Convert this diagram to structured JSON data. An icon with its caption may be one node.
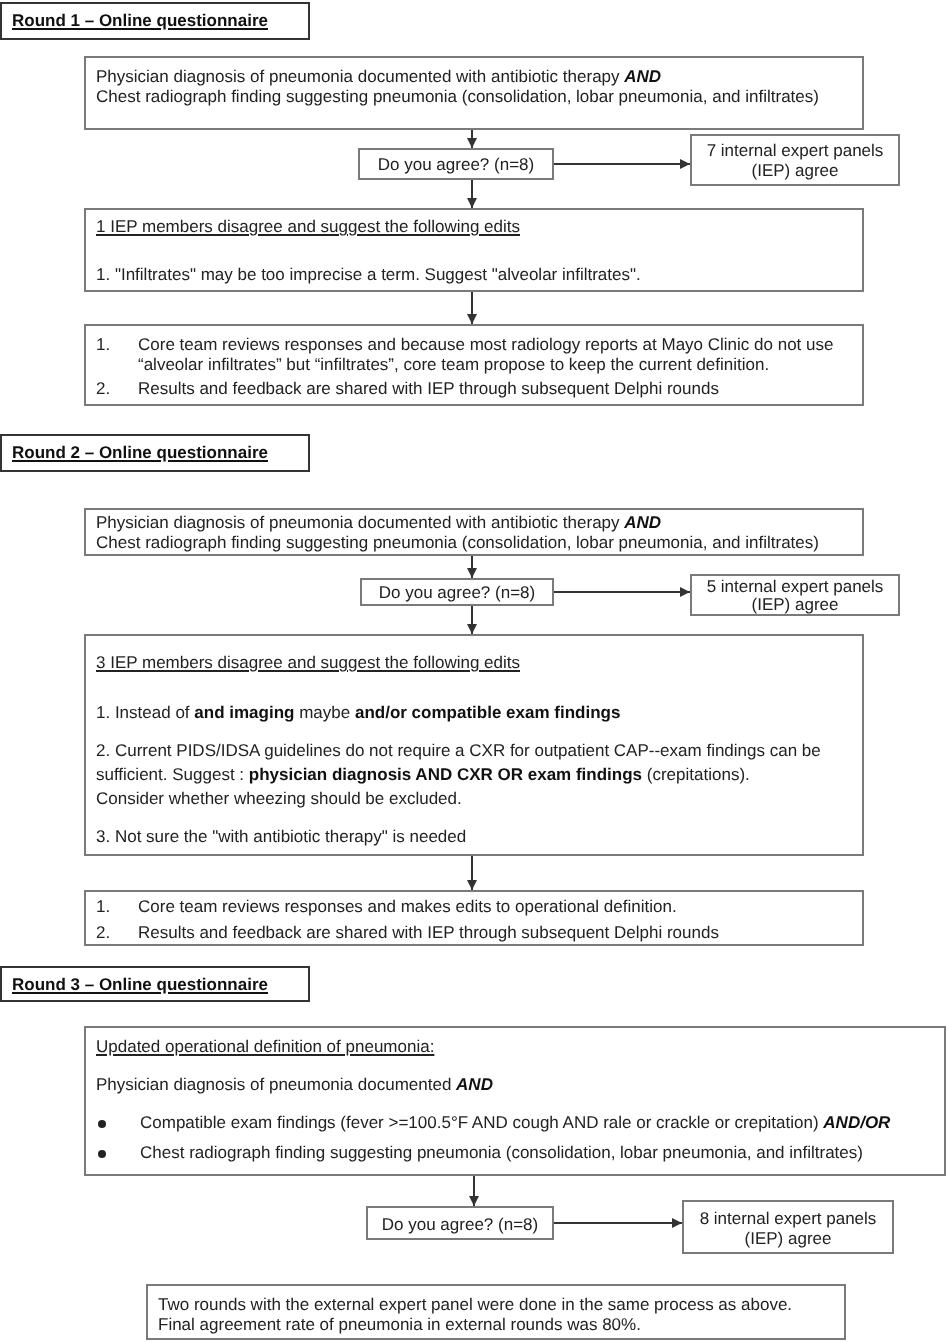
{
  "diagram": {
    "nodes": [
      {
        "text": [
          "Round 1 – Online questionnaire"
        ]
      },
      {
        "text": [
          "Physician diagnosis of pneumonia documented with antibiotic therapy **AND**",
          "Chest radiograph finding suggesting pneumonia (consolidation, lobar pneumonia, and infiltrates)"
        ]
      },
      {
        "text": [
          "Do you agree? (n=8)"
        ]
      },
      {
        "text": [
          "7 internal expert panels (IEP) agree"
        ]
      },
      {
        "text": [
          "1 IEP members disagree and suggest the following edits",
          "1. \"Infiltrates\" may be too imprecise a term. Suggest \"alveolar infiltrates\"."
        ]
      },
      {
        "text": [
          "1.",
          "Core team reviews responses and because most radiology reports at Mayo Clinic do not use “alveolar infiltrates” but “infiltrates”, core team propose to keep the current definition.",
          "2.",
          "Results and feedback are shared with IEP through subsequent Delphi rounds"
        ]
      },
      {
        "text": [
          "Round 2 – Online questionnaire"
        ]
      },
      {
        "text": [
          "Physician diagnosis of pneumonia documented with antibiotic therapy **AND**",
          "Chest radiograph finding suggesting pneumonia (consolidation, lobar pneumonia, and infiltrates)"
        ]
      },
      {
        "text": [
          "Do you agree? (n=8)"
        ]
      },
      {
        "text": [
          "5 internal expert panels (IEP) agree"
        ]
      },
      {
        "text": [
          "3 IEP members disagree and suggest the following edits",
          "1. Instead of **and imaging** maybe **and/or compatible exam findings**",
          "2. Current PIDS/IDSA guidelines do not require a CXR for outpatient CAP--exam findings can be sufficient. Suggest : **physician diagnosis AND CXR OR exam findings** (crepitations).",
          "Consider whether wheezing should be excluded.",
          "3. Not sure the \"with antibiotic therapy\" is needed"
        ]
      },
      {
        "text": [
          "1.",
          "Core team reviews responses and makes edits to operational definition.",
          "2.",
          "Results and feedback are shared with IEP through subsequent Delphi rounds"
        ]
      },
      {
        "text": [
          "Round 3 – Online questionnaire"
        ]
      },
      {
        "text": [
          "Updated operational definition of pneumonia:",
          "Physician diagnosis of pneumonia documented **AND**",
          "Compatible exam findings (fever >=100.5°F AND cough AND rale or crackle or crepitation) **AND/OR**",
          "Chest radiograph finding suggesting pneumonia (consolidation, lobar pneumonia, and infiltrates)"
        ]
      },
      {
        "text": [
          "Do you agree? (n=8)"
        ]
      },
      {
        "text": [
          "8 internal expert panels (IEP) agree"
        ]
      },
      {
        "text": [
          "Two rounds with the external expert panel were done in the same process as above.",
          "Final agreement rate of pneumonia in external rounds was 80%."
        ]
      }
    ],
    "edges": [
      {
        "from": 1,
        "to": 2,
        "arrow": "to"
      },
      {
        "from": 2,
        "to": 3,
        "arrow": "to"
      },
      {
        "from": 2,
        "to": 4,
        "arrow": "to"
      },
      {
        "from": 4,
        "to": 5,
        "arrow": "to"
      },
      {
        "from": 7,
        "to": 8,
        "arrow": "to"
      },
      {
        "from": 8,
        "to": 9,
        "arrow": "to"
      },
      {
        "from": 8,
        "to": 10,
        "arrow": "to"
      },
      {
        "from": 10,
        "to": 11,
        "arrow": "to"
      },
      {
        "from": 13,
        "to": 14,
        "arrow": "to"
      },
      {
        "from": 14,
        "to": 15,
        "arrow": "to"
      }
    ]
  }
}
